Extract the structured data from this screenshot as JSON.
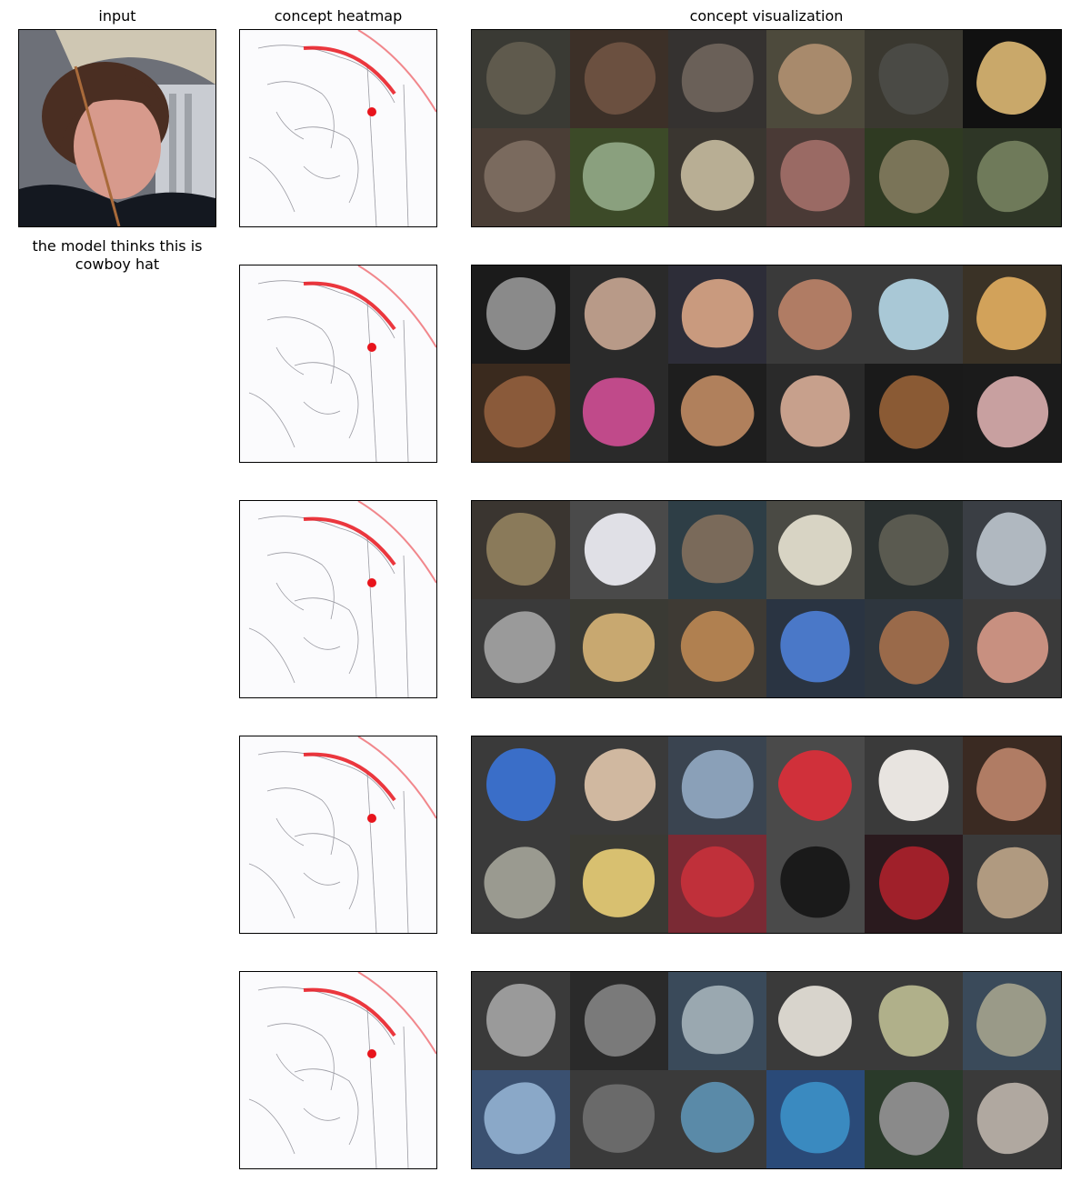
{
  "headers": {
    "input": "input",
    "heatmap": "concept heatmap",
    "visualization": "concept visualization"
  },
  "prediction": "the model thinks this is cowboy hat",
  "concepts": [
    {
      "heat_color": "#e8141c",
      "tiles": [
        {
          "bg": "#3a3a34",
          "fg": "#5f5a4d"
        },
        {
          "bg": "#3c3028",
          "fg": "#6b5040"
        },
        {
          "bg": "#353230",
          "fg": "#6a6058"
        },
        {
          "bg": "#4d4a3c",
          "fg": "#a88a6c"
        },
        {
          "bg": "#3a3830",
          "fg": "#4a4a45"
        },
        {
          "bg": "#111111",
          "fg": "#c9a86a"
        },
        {
          "bg": "#4a3e36",
          "fg": "#7a6a5e"
        },
        {
          "bg": "#3c4a28",
          "fg": "#8aa07e"
        },
        {
          "bg": "#3a3630",
          "fg": "#b8ae94"
        },
        {
          "bg": "#4a3a36",
          "fg": "#9a6a64"
        },
        {
          "bg": "#2f3a22",
          "fg": "#7a7458"
        },
        {
          "bg": "#2e3626",
          "fg": "#6f7a5a"
        }
      ]
    },
    {
      "heat_color": "#e8141c",
      "tiles": [
        {
          "bg": "#1b1b1b",
          "fg": "#8a8a8a"
        },
        {
          "bg": "#2a2a2a",
          "fg": "#b89a88"
        },
        {
          "bg": "#2d2d38",
          "fg": "#c99a7e"
        },
        {
          "bg": "#3a3a3a",
          "fg": "#b07c64"
        },
        {
          "bg": "#3a3a3a",
          "fg": "#a9c8d6"
        },
        {
          "bg": "#3a3226",
          "fg": "#d2a25a"
        },
        {
          "bg": "#3a2a1e",
          "fg": "#8a5a3a"
        },
        {
          "bg": "#2a2a2a",
          "fg": "#c04a8a"
        },
        {
          "bg": "#1e1e1e",
          "fg": "#b0805c"
        },
        {
          "bg": "#2a2a2a",
          "fg": "#c7a08c"
        },
        {
          "bg": "#1a1a1a",
          "fg": "#8a5a34"
        },
        {
          "bg": "#1b1b1b",
          "fg": "#c8a0a0"
        }
      ]
    },
    {
      "heat_color": "#e8141c",
      "tiles": [
        {
          "bg": "#3a3530",
          "fg": "#8a7a5a"
        },
        {
          "bg": "#4a4a4a",
          "fg": "#e0e0e6"
        },
        {
          "bg": "#2e3e46",
          "fg": "#7a6a5a"
        },
        {
          "bg": "#4a4a44",
          "fg": "#d8d4c4"
        },
        {
          "bg": "#2a3030",
          "fg": "#5a5a50"
        },
        {
          "bg": "#3a3e44",
          "fg": "#b0b8c0"
        },
        {
          "bg": "#3a3a3a",
          "fg": "#9a9a9a"
        },
        {
          "bg": "#3a3a34",
          "fg": "#c8a870"
        },
        {
          "bg": "#3e3a34",
          "fg": "#b08050"
        },
        {
          "bg": "#2a3442",
          "fg": "#4a78c8"
        },
        {
          "bg": "#2e363e",
          "fg": "#9a6a4a"
        },
        {
          "bg": "#3a3a3a",
          "fg": "#c89080"
        }
      ]
    },
    {
      "heat_color": "#e8141c",
      "tiles": [
        {
          "bg": "#3a3a3a",
          "fg": "#3a6ec8"
        },
        {
          "bg": "#3a3a3a",
          "fg": "#d0b8a0"
        },
        {
          "bg": "#3a4450",
          "fg": "#8aa0b8"
        },
        {
          "bg": "#4a4a4a",
          "fg": "#d0303a"
        },
        {
          "bg": "#3a3a3a",
          "fg": "#e8e4e0"
        },
        {
          "bg": "#3a2a22",
          "fg": "#b07c64"
        },
        {
          "bg": "#3a3a3a",
          "fg": "#9a9a90"
        },
        {
          "bg": "#3a3a34",
          "fg": "#d8c070"
        },
        {
          "bg": "#7a2a34",
          "fg": "#c0303a"
        },
        {
          "bg": "#4a4a4a",
          "fg": "#1a1a1a"
        },
        {
          "bg": "#2a1a1e",
          "fg": "#a0202a"
        },
        {
          "bg": "#3a3a3a",
          "fg": "#b09a80"
        }
      ]
    },
    {
      "heat_color": "#e8141c",
      "tiles": [
        {
          "bg": "#3a3a3a",
          "fg": "#9a9a9a"
        },
        {
          "bg": "#2a2a2a",
          "fg": "#7a7a7a"
        },
        {
          "bg": "#3a4a5a",
          "fg": "#9aa8b0"
        },
        {
          "bg": "#3a3a3a",
          "fg": "#d8d4cc"
        },
        {
          "bg": "#3a3a3a",
          "fg": "#b0b08a"
        },
        {
          "bg": "#3a4a5a",
          "fg": "#9a9a88"
        },
        {
          "bg": "#3a5070",
          "fg": "#8aa8c8"
        },
        {
          "bg": "#3a3a3a",
          "fg": "#6a6a6a"
        },
        {
          "bg": "#3a3a3a",
          "fg": "#5a8aa8"
        },
        {
          "bg": "#2a4a78",
          "fg": "#3a8ac0"
        },
        {
          "bg": "#2a3a2a",
          "fg": "#8a8a8a"
        },
        {
          "bg": "#3a3a3a",
          "fg": "#b0a8a0"
        }
      ]
    }
  ]
}
